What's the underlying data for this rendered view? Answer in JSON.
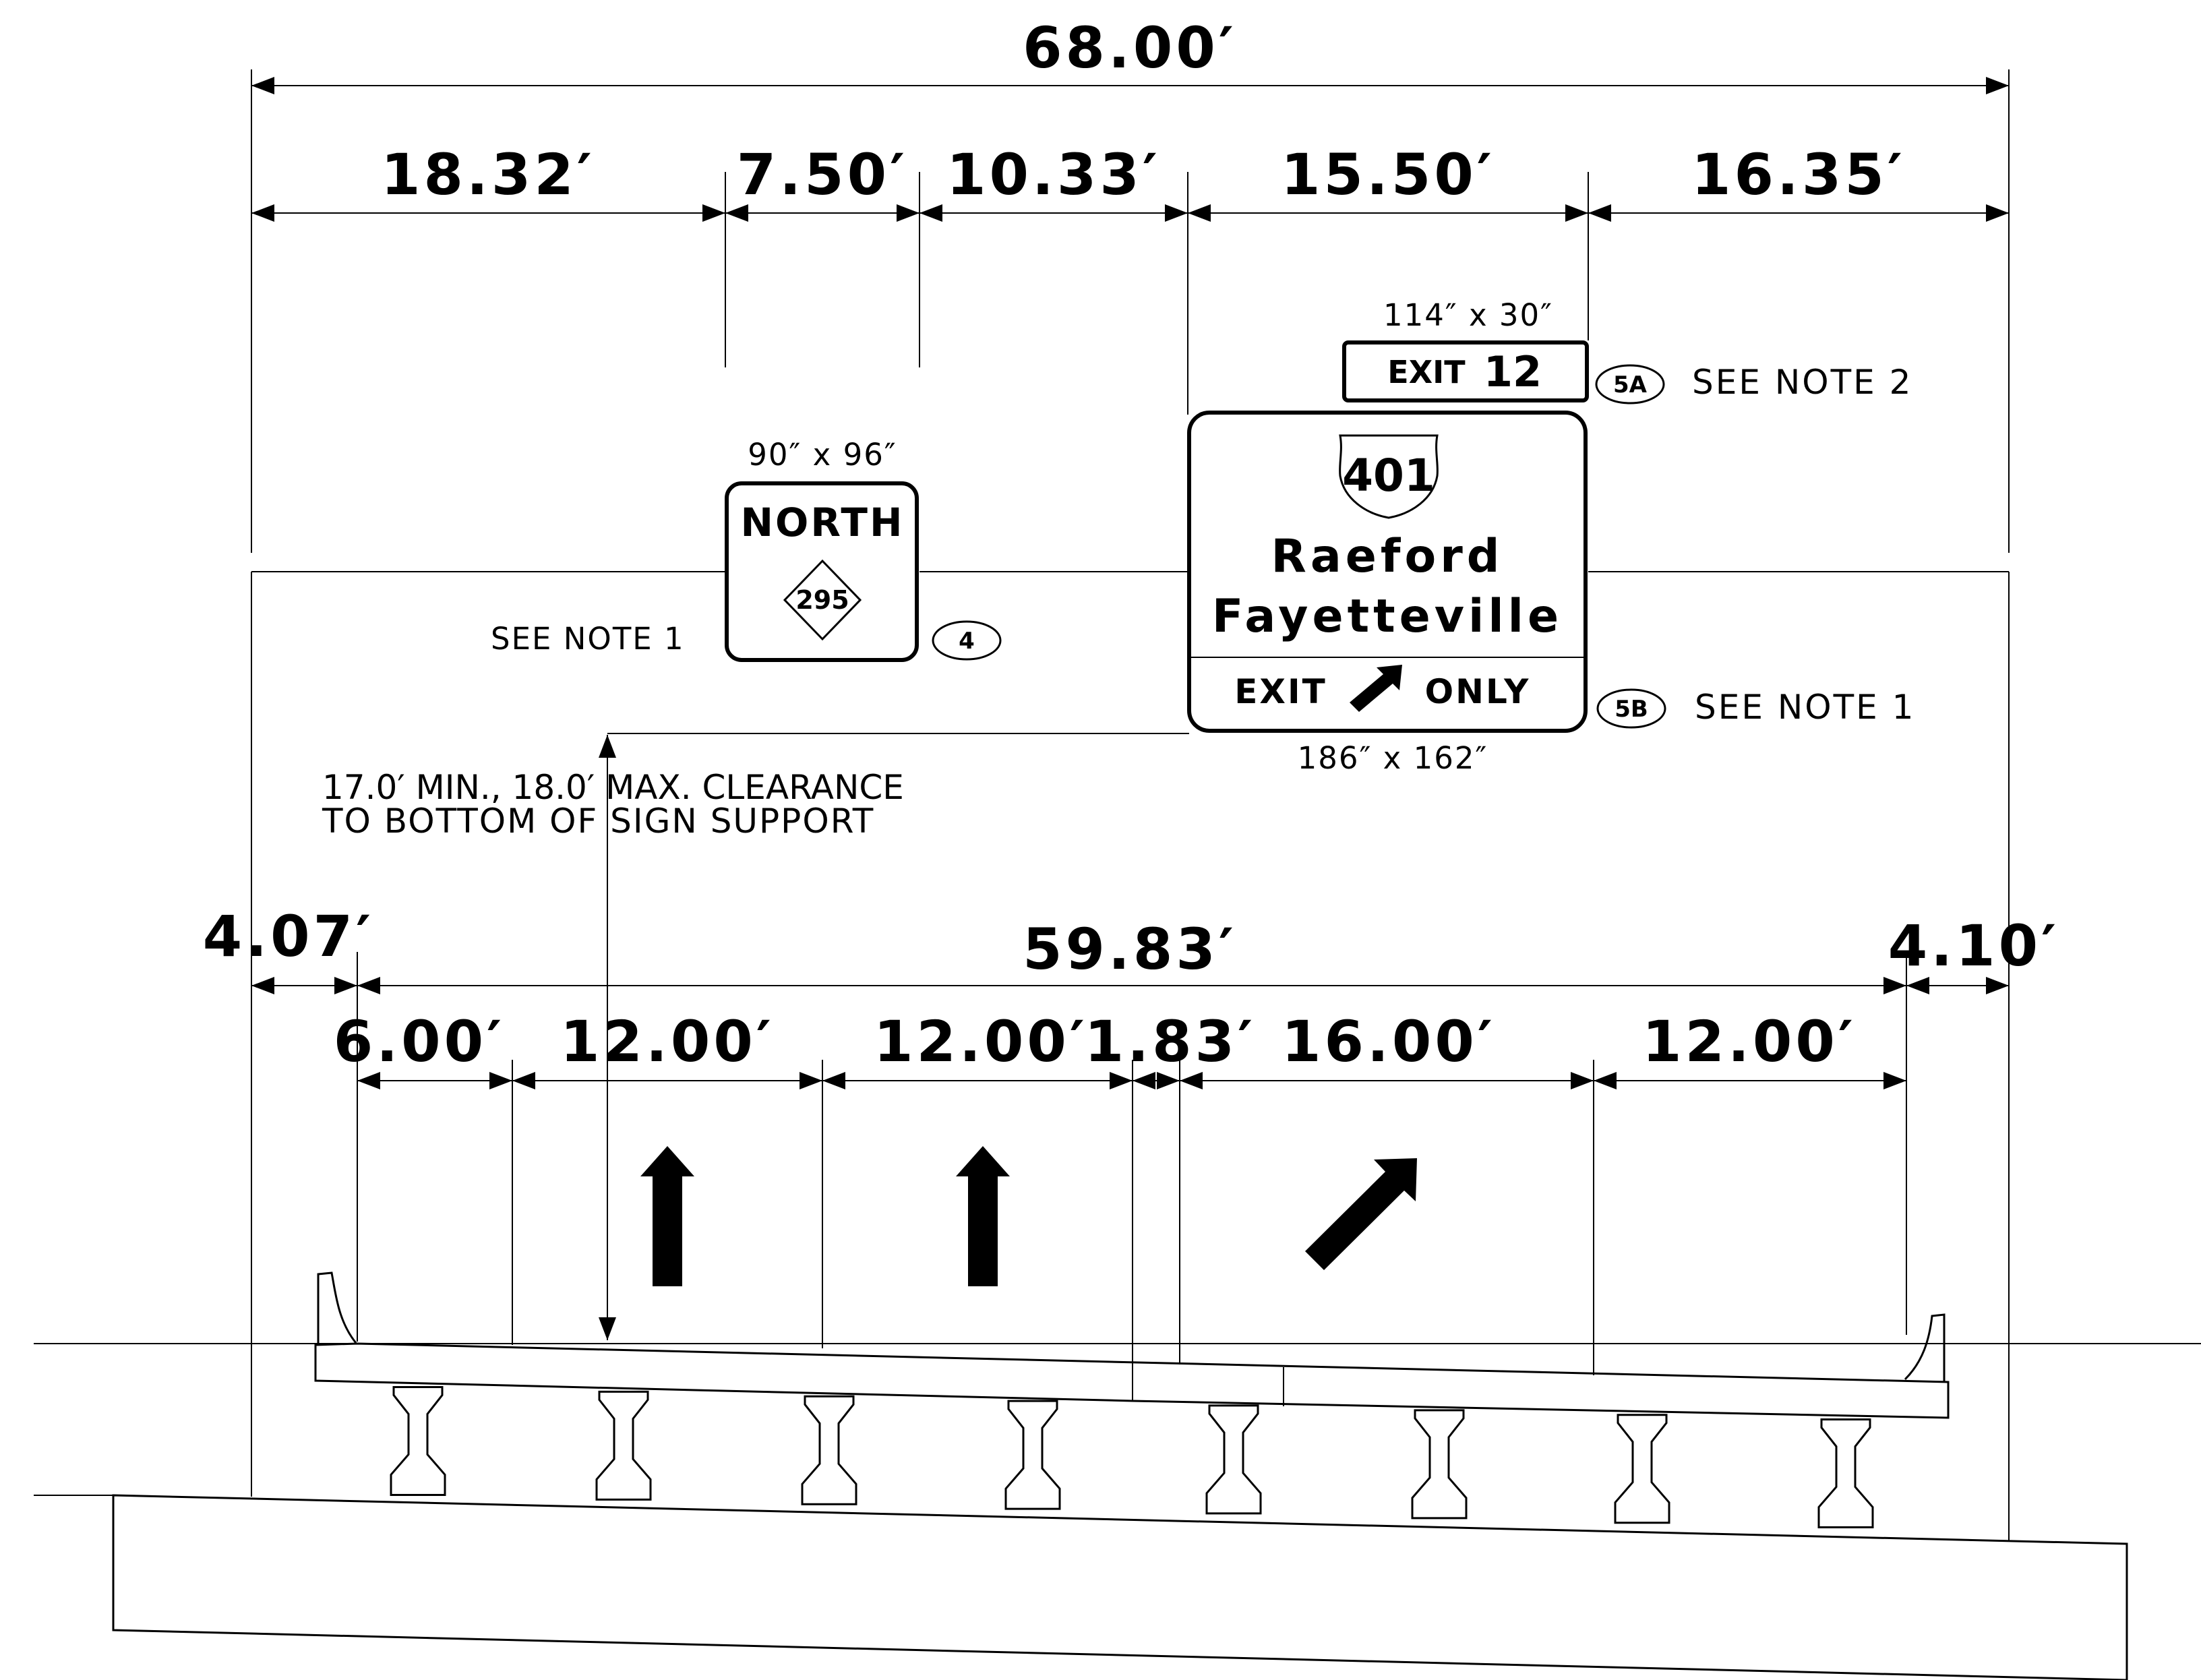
{
  "overall": {
    "top_width": "68.00′",
    "deck_width": "59.83′"
  },
  "top_dims": [
    "18.32′",
    "7.50′",
    "10.33′",
    "15.50′",
    "16.35′"
  ],
  "side_dims": {
    "left": "4.07′",
    "right": "4.10′"
  },
  "lane_dims": [
    "6.00′",
    "12.00′",
    "12.00′",
    "1.83′",
    "16.00′",
    "12.00′"
  ],
  "clearance_note": [
    "17.0′ MIN., 18.0′ MAX. CLEARANCE",
    "TO  BOTTOM  OF SIGN  SUPPORT"
  ],
  "sign_north": {
    "size": "90″ x 96″",
    "cardinal": "NORTH",
    "route": "295",
    "callout": "4",
    "note": "SEE  NOTE  1"
  },
  "sign_exit_tab": {
    "size": "114″ x 30″",
    "exit_word": "EXIT",
    "exit_number": "12",
    "callout": "5A",
    "note": "SEE  NOTE  2"
  },
  "sign_main": {
    "size": "186″ x 162″",
    "route": "401",
    "line1": "Raeford",
    "line2": "Fayetteville",
    "exit_word": "EXIT",
    "only_word": "ONLY",
    "callout": "5B",
    "note": "SEE  NOTE  1"
  },
  "lane_arrows": [
    "up-arrow-icon",
    "up-arrow-icon",
    "diagonal-right-arrow-icon"
  ],
  "colors": {
    "line": "#000000",
    "background": "#ffffff"
  }
}
